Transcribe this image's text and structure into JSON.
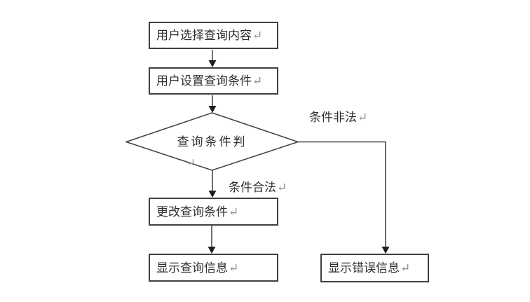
{
  "flowchart": {
    "return_mark": "↵",
    "nodes": {
      "select_content": {
        "label": "用户选择查询内容"
      },
      "set_conditions": {
        "label": "用户设置查询条件"
      },
      "judge_conditions": {
        "label": "查询条件判"
      },
      "change_conditions": {
        "label": "更改查询条件"
      },
      "show_query_info": {
        "label": "显示查询信息"
      },
      "show_error_info": {
        "label": "显示错误信息"
      }
    },
    "edge_labels": {
      "illegal": "条件非法",
      "legal": "条件合法"
    },
    "colors": {
      "line": "#404040",
      "arrow": "#1f1f1f",
      "text": "#2e2e2e",
      "return_mark": "#8c8c8c",
      "background": "#ffffff"
    }
  }
}
